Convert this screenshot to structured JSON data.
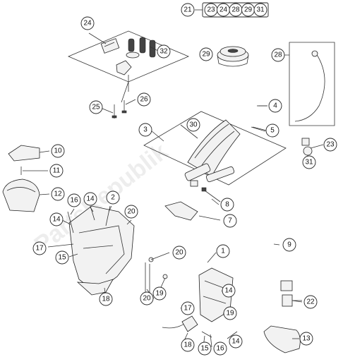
{
  "watermark": "PartsRepublik",
  "header_group": {
    "lead": "21",
    "items": [
      "23",
      "24",
      "28",
      "29",
      "31"
    ]
  },
  "callouts": [
    {
      "id": "c24",
      "label": "24"
    },
    {
      "id": "c32",
      "label": "32"
    },
    {
      "id": "c29",
      "label": "29"
    },
    {
      "id": "c28",
      "label": "28"
    },
    {
      "id": "c25",
      "label": "25"
    },
    {
      "id": "c26",
      "label": "26"
    },
    {
      "id": "c4",
      "label": "4"
    },
    {
      "id": "c3",
      "label": "3"
    },
    {
      "id": "c30",
      "label": "30"
    },
    {
      "id": "c5",
      "label": "5"
    },
    {
      "id": "c23b",
      "label": "23"
    },
    {
      "id": "c31",
      "label": "31"
    },
    {
      "id": "c10",
      "label": "10"
    },
    {
      "id": "c11",
      "label": "11"
    },
    {
      "id": "c12",
      "label": "12"
    },
    {
      "id": "c16a",
      "label": "16"
    },
    {
      "id": "c14a",
      "label": "14"
    },
    {
      "id": "c2",
      "label": "2"
    },
    {
      "id": "c20a",
      "label": "20"
    },
    {
      "id": "c8",
      "label": "8"
    },
    {
      "id": "c14b",
      "label": "14"
    },
    {
      "id": "c7",
      "label": "7"
    },
    {
      "id": "c17a",
      "label": "17"
    },
    {
      "id": "c15a",
      "label": "15"
    },
    {
      "id": "c9",
      "label": "9"
    },
    {
      "id": "c20b",
      "label": "20"
    },
    {
      "id": "c1",
      "label": "1"
    },
    {
      "id": "c18a",
      "label": "18"
    },
    {
      "id": "c19a",
      "label": "19"
    },
    {
      "id": "c14c",
      "label": "14"
    },
    {
      "id": "c22",
      "label": "22"
    },
    {
      "id": "c17b",
      "label": "17"
    },
    {
      "id": "c19b",
      "label": "19"
    },
    {
      "id": "c20c",
      "label": "20"
    },
    {
      "id": "c14d",
      "label": "14"
    },
    {
      "id": "c13",
      "label": "13"
    },
    {
      "id": "c18b",
      "label": "18"
    },
    {
      "id": "c15b",
      "label": "15"
    },
    {
      "id": "c16b",
      "label": "16"
    }
  ]
}
